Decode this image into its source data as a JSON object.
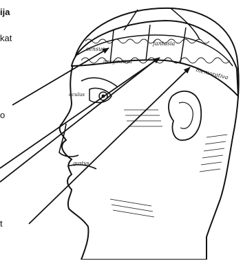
{
  "caption": {
    "title_fragment": "ija",
    "line1_fragment": "kat",
    "line2_fragment": "o",
    "line3_fragment": "t"
  },
  "labels": {
    "front_ventricle": "sensus",
    "middle_ventricle": "fantasia",
    "imaginative": "imaginativa",
    "rear_ventricle": "memorativa",
    "eye_label": "oculus",
    "mouth_label": "gustus"
  },
  "colors": {
    "ink": "#111111",
    "paper": "#ffffff"
  }
}
